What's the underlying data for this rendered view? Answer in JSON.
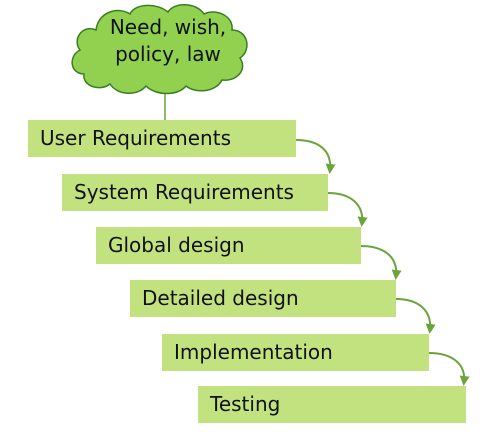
{
  "cloud": {
    "lines": [
      "Need, wish,",
      "policy, law"
    ]
  },
  "steps": [
    {
      "label": "User Requirements"
    },
    {
      "label": "System Requirements"
    },
    {
      "label": "Global design"
    },
    {
      "label": "Detailed design"
    },
    {
      "label": "Implementation"
    },
    {
      "label": "Testing"
    }
  ],
  "colors": {
    "box_fill": "#c2e27f",
    "cloud_fill": "#92d050",
    "cloud_stroke": "#3b7d23",
    "arrow": "#6aa43a",
    "text": "#111111"
  }
}
